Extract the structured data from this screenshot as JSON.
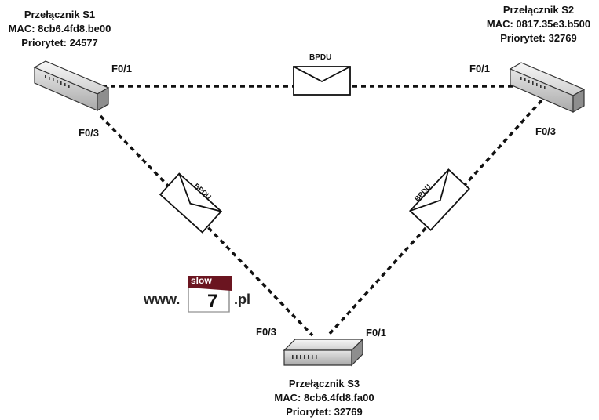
{
  "switches": {
    "s1": {
      "name": "Przełącznik S1",
      "mac": "MAC: 8cb6.4fd8.be00",
      "priority": "Priorytet: 24577"
    },
    "s2": {
      "name": "Przełącznik S2",
      "mac": "MAC: 0817.35e3.b500",
      "priority": "Priorytet: 32769"
    },
    "s3": {
      "name": "Przełącznik S3",
      "mac": "MAC: 8cb6.4fd8.fa00",
      "priority": "Priorytet: 32769"
    }
  },
  "ports": {
    "s1_f01": "F0/1",
    "s1_f03": "F0/3",
    "s2_f01": "F0/1",
    "s2_f03": "F0/3",
    "s3_f03": "F0/3",
    "s3_f01": "F0/1"
  },
  "bpdu": {
    "top": "BPDU",
    "left": "BPDU",
    "right": "BPDU"
  },
  "watermark": {
    "prefix": "www.",
    "logo_top": "slow",
    "logo_digit": "7",
    "suffix": ".pl"
  }
}
